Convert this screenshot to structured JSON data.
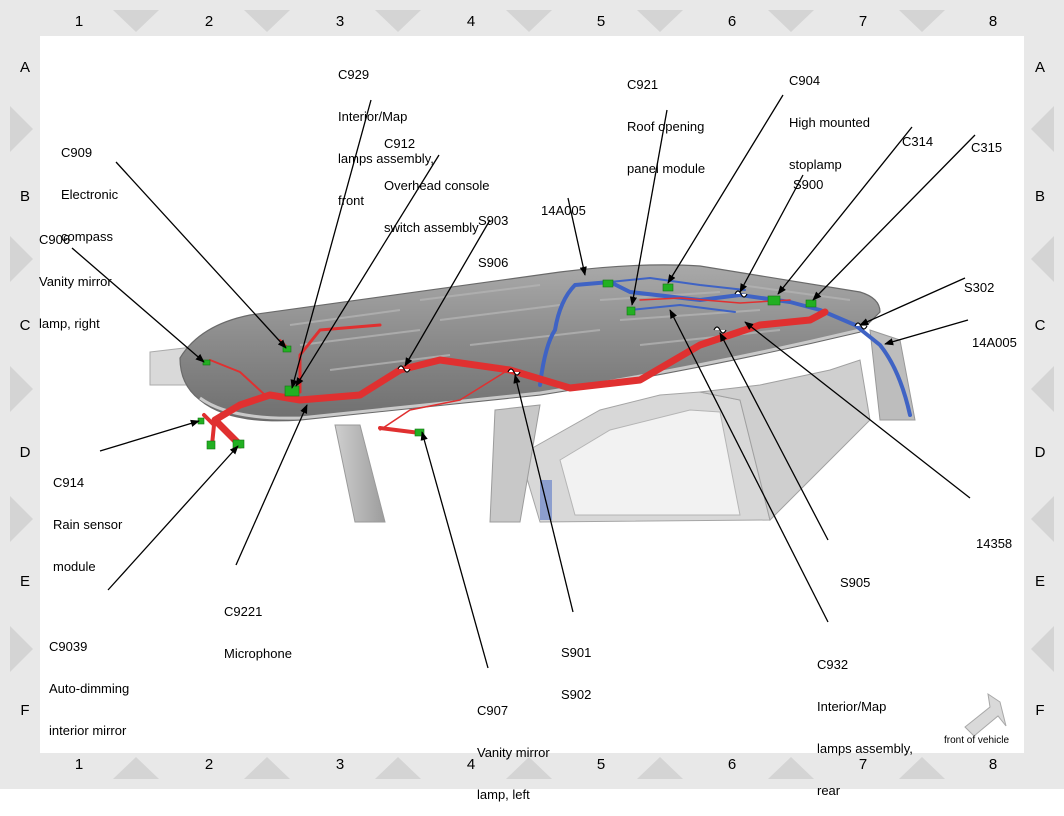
{
  "grid": {
    "columns": [
      "1",
      "2",
      "3",
      "4",
      "5",
      "6",
      "7",
      "8"
    ],
    "rows": [
      "A",
      "B",
      "C",
      "D",
      "E",
      "F"
    ]
  },
  "callouts": {
    "c929": [
      "C929",
      "Interior/Map",
      "lamps assembly,",
      "front"
    ],
    "c912": [
      "C912",
      "Overhead console",
      "switch assembly"
    ],
    "c909": [
      "C909",
      "Electronic",
      "compass"
    ],
    "c906": [
      "C906",
      "Vanity mirror",
      "lamp, right"
    ],
    "s903": [
      "S903",
      "S906"
    ],
    "h14a005_top": [
      "14A005"
    ],
    "c921": [
      "C921",
      "Roof opening",
      "panel module"
    ],
    "c904": [
      "C904",
      "High mounted",
      "stoplamp"
    ],
    "s900": [
      "S900"
    ],
    "c314": [
      "C314"
    ],
    "c315": [
      "C315"
    ],
    "s302": [
      "S302"
    ],
    "h14a005_right": [
      "14A005"
    ],
    "c914": [
      "C914",
      "Rain sensor",
      "module"
    ],
    "h14358": [
      "14358"
    ],
    "s905": [
      "S905"
    ],
    "c9221": [
      "C9221",
      "Microphone"
    ],
    "c9039": [
      "C9039",
      "Auto-dimming",
      "interior mirror"
    ],
    "s901": [
      "S901",
      "S902"
    ],
    "c932": [
      "C932",
      "Interior/Map",
      "lamps assembly,",
      "rear"
    ],
    "c907": [
      "C907",
      "Vanity mirror",
      "lamp, left"
    ]
  },
  "orientation_label": "front of vehicle",
  "colors": {
    "harness_red": "#e03030",
    "harness_blue": "#3f63c4",
    "connector_green": "#22b022",
    "roof_gray": "#8e8e8e"
  }
}
